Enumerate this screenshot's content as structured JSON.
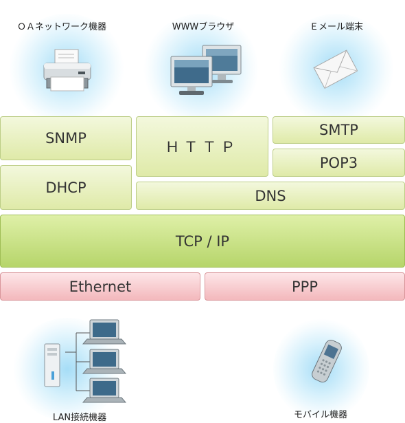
{
  "devices": {
    "oa": {
      "label": "ＯＡネットワーク機器",
      "icon": "printer-icon"
    },
    "www": {
      "label": "WWWブラウザ",
      "icon": "computer-monitors-icon"
    },
    "email": {
      "label": "Ｅメール端末",
      "icon": "envelope-icon"
    },
    "lan": {
      "label": "LAN接続機器",
      "icon": "server-laptops-icon"
    },
    "mobile": {
      "label": "モバイル機器",
      "icon": "mobile-phone-icon"
    }
  },
  "protocols": {
    "snmp": "SNMP",
    "dhcp": "DHCP",
    "http": "ＨＴＴＰ",
    "smtp": "SMTP",
    "pop3": "POP3",
    "dns": "DNS",
    "tcpip": "TCP / IP",
    "ethernet": "Ethernet",
    "ppp": "PPP"
  },
  "colors": {
    "application_layer": "#e8f0c0",
    "transport_layer": "#c6df84",
    "link_layer": "#f7c9cc",
    "glow": "#bde6f7"
  }
}
